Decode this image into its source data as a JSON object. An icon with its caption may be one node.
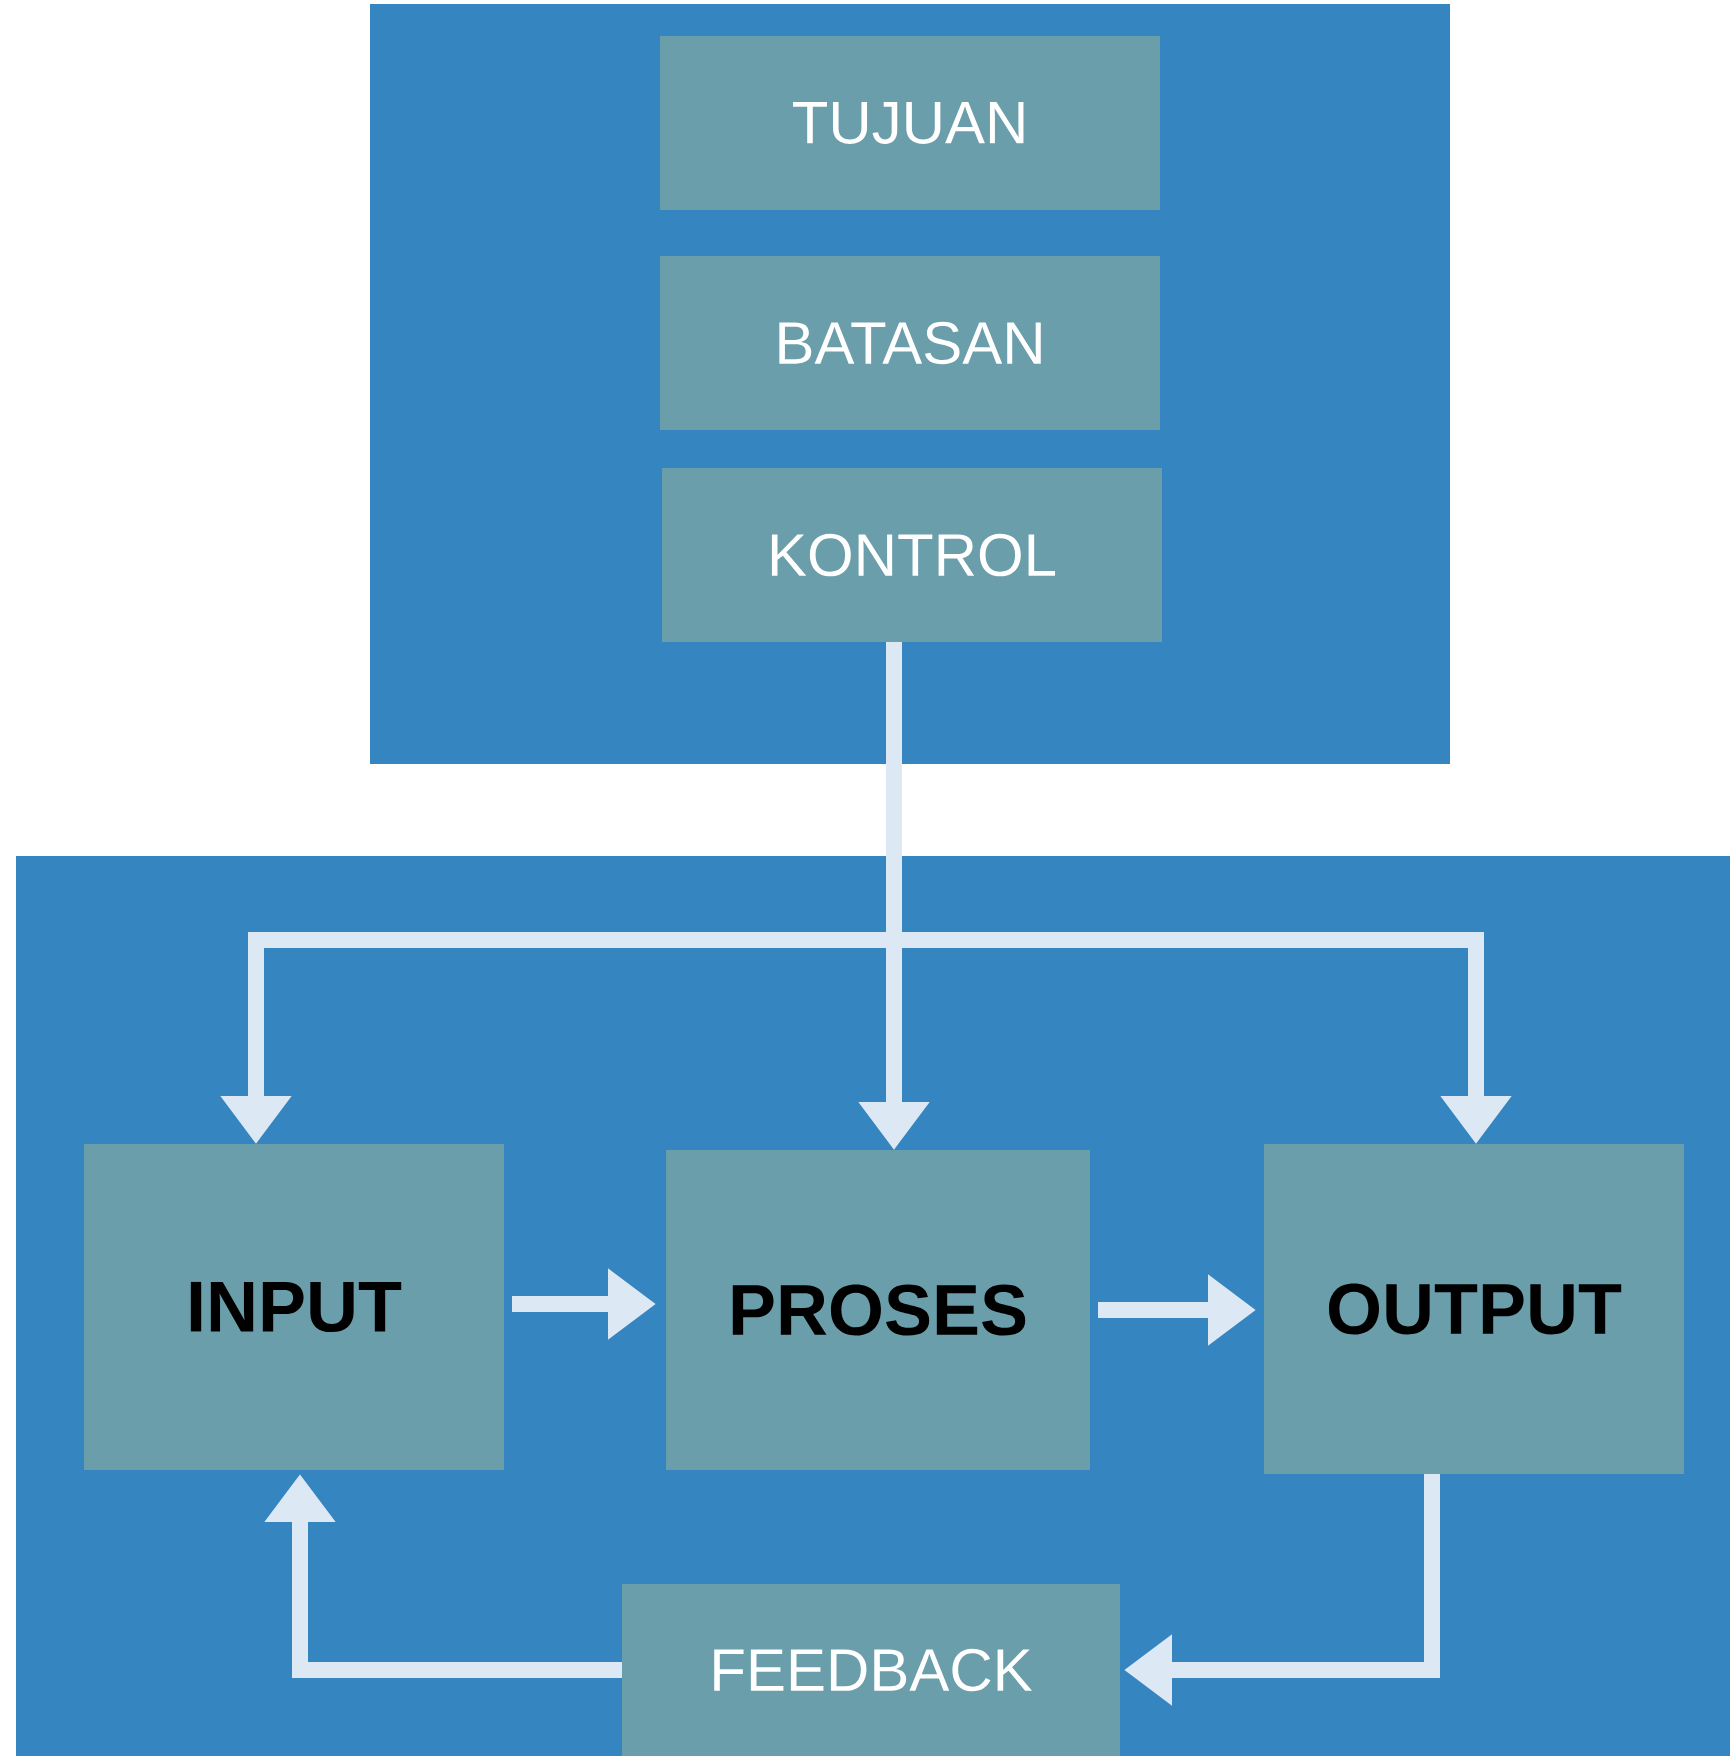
{
  "diagram": {
    "nodes": [
      {
        "text": [],
        "shape": "box"
      },
      {
        "text": [
          "TUJUAN"
        ],
        "in": 0
      },
      {
        "text": [
          "BATASAN"
        ],
        "in": 0
      },
      {
        "text": [
          "KONTROL"
        ],
        "in": 0
      },
      {
        "text": [],
        "shape": "box"
      },
      {
        "text": [
          "INPUT"
        ],
        "in": 4
      },
      {
        "text": [
          "PROSES"
        ],
        "in": 4
      },
      {
        "text": [
          "OUTPUT"
        ],
        "in": 4
      },
      {
        "text": [
          "FEEDBACK"
        ],
        "in": 4
      }
    ],
    "edges": [
      {
        "from": 3,
        "to": 5,
        "arrow": "to"
      },
      {
        "from": 3,
        "to": 6,
        "arrow": "to"
      },
      {
        "from": 3,
        "to": 7,
        "arrow": "to"
      },
      {
        "from": 5,
        "to": 6,
        "arrow": "to"
      },
      {
        "from": 6,
        "to": 7,
        "arrow": "to"
      },
      {
        "from": 7,
        "to": 8,
        "arrow": "to"
      },
      {
        "from": 8,
        "to": 5,
        "arrow": "to"
      }
    ]
  }
}
